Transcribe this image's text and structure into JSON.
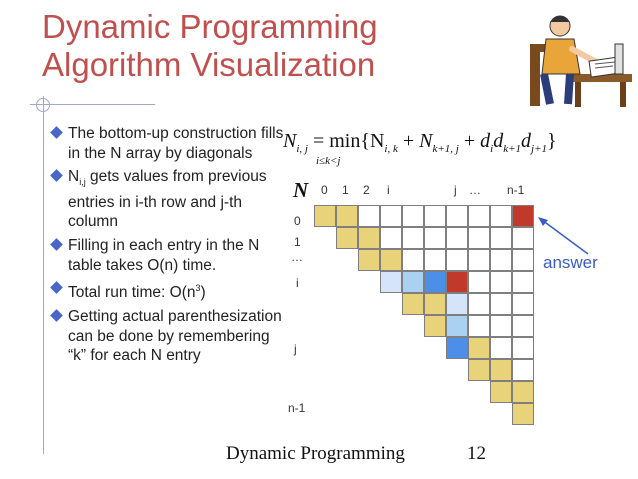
{
  "title": {
    "line1": "Dynamic Programming",
    "line2": "Algorithm Visualization"
  },
  "bullets": {
    "b1": "The bottom-up construction fills in the N array by diagonals",
    "b2_n": "N",
    "b2_sub": "i,j",
    "b2_rest": " gets values from previous entries in i-th row and j-th column",
    "b3": "Filling in each entry in the N table takes O(n) time.",
    "b4_main": "Total run time: O(n",
    "b4_sup": "3",
    "b4_end": ")",
    "b5": "Getting actual parenthesization can be done by remembering “k” for each N entry"
  },
  "formula": {
    "lhs": "N",
    "lhs_sub": "i, j",
    "eq": "=",
    "min": "min",
    "open": "{N",
    "t1_sub": "i, k",
    "plus1": "+",
    "t2": "N",
    "t2_sub": "k+1, j",
    "plus2": "+",
    "d1": "d",
    "d1_sub": "i",
    "d2": "d",
    "d2_sub": "k+1",
    "d3": "d",
    "d3_sub": "j+1",
    "close": "}",
    "underset": "i≤k<j"
  },
  "matrix": {
    "name": "N",
    "col_labels": [
      "0",
      "1",
      "2",
      "i",
      "j",
      "…",
      "n-1"
    ],
    "row_labels": [
      "0",
      "1",
      "…",
      "i",
      "j",
      "n-1"
    ],
    "answer_label": "answer",
    "colors": {
      "tan": "#e8d27a",
      "red": "#c0392b",
      "blue": "#4d8ee8",
      "lightblue": "#aad0f2",
      "paleblue": "#d6e4fb"
    }
  },
  "footer": {
    "text": "Dynamic Programming",
    "page": "12"
  },
  "icons": {
    "clipart": "person-at-desk-icon",
    "bullet": "diamond-bullet-icon",
    "arrow": "arrow-icon"
  }
}
